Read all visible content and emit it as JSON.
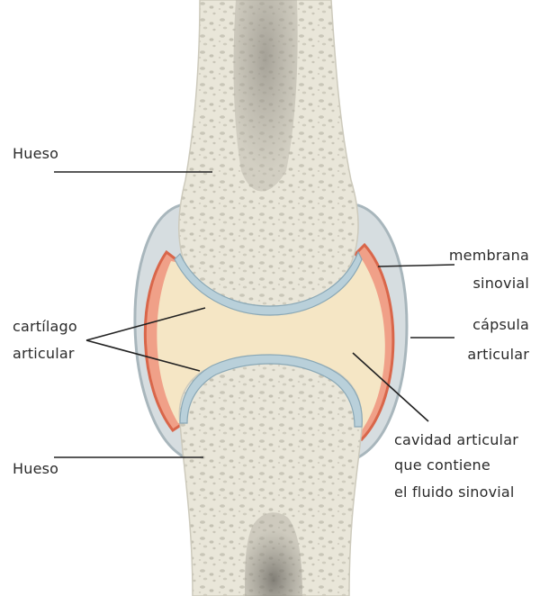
{
  "labels": {
    "bone_top": "Hueso",
    "bone_bottom": "Hueso",
    "cartilage_line1": "cartílago",
    "cartilage_line2": "articular",
    "membrane_line1": "membrana",
    "membrane_line2": "sinovial",
    "capsule_line1": "cápsula",
    "capsule_line2": "articular",
    "cavity_line1": "cavidad articular",
    "cavity_line2": "que contiene",
    "cavity_line3": "el fluido sinovial"
  },
  "colors": {
    "bone": "#e9e6d9",
    "bone_pores": "#c9c6b8",
    "marrow": "#9e9a90",
    "cartilage": "#b9d0da",
    "synovial_fluid": "#f5e6c5",
    "synovial_membrane": "#e8805c",
    "capsule": "#d6dde0",
    "leader_lines": "#222222"
  }
}
